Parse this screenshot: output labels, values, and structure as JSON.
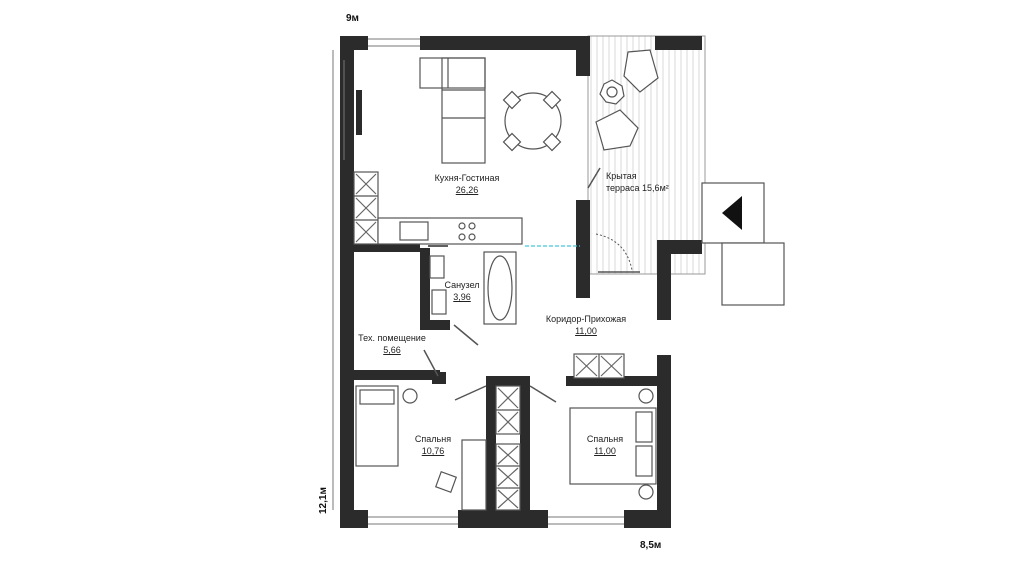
{
  "dimensions": {
    "top": "9м",
    "bottom_right": "8,5м",
    "left": "12,1м"
  },
  "rooms": {
    "kitchen_living": {
      "name": "Кухня-Гостиная",
      "area": "26,26"
    },
    "terrace": {
      "name_line1": "Крытая",
      "name_line2": "терраса 15,6м²"
    },
    "bathroom": {
      "name": "Санузел",
      "area": "3,96"
    },
    "corridor": {
      "name": "Коридор-Прихожая",
      "area": "11,00"
    },
    "tech_room": {
      "name": "Тех. помещение",
      "area": "5,66"
    },
    "bedroom_left": {
      "name": "Спальня",
      "area": "10,76"
    },
    "bedroom_right": {
      "name": "Спальня",
      "area": "11,00"
    }
  },
  "entrance_symbol": "entrance-arrow-icon",
  "colors": {
    "wall": "#2b2b2b",
    "line": "#555555",
    "hatch": "#d8d8d8"
  }
}
